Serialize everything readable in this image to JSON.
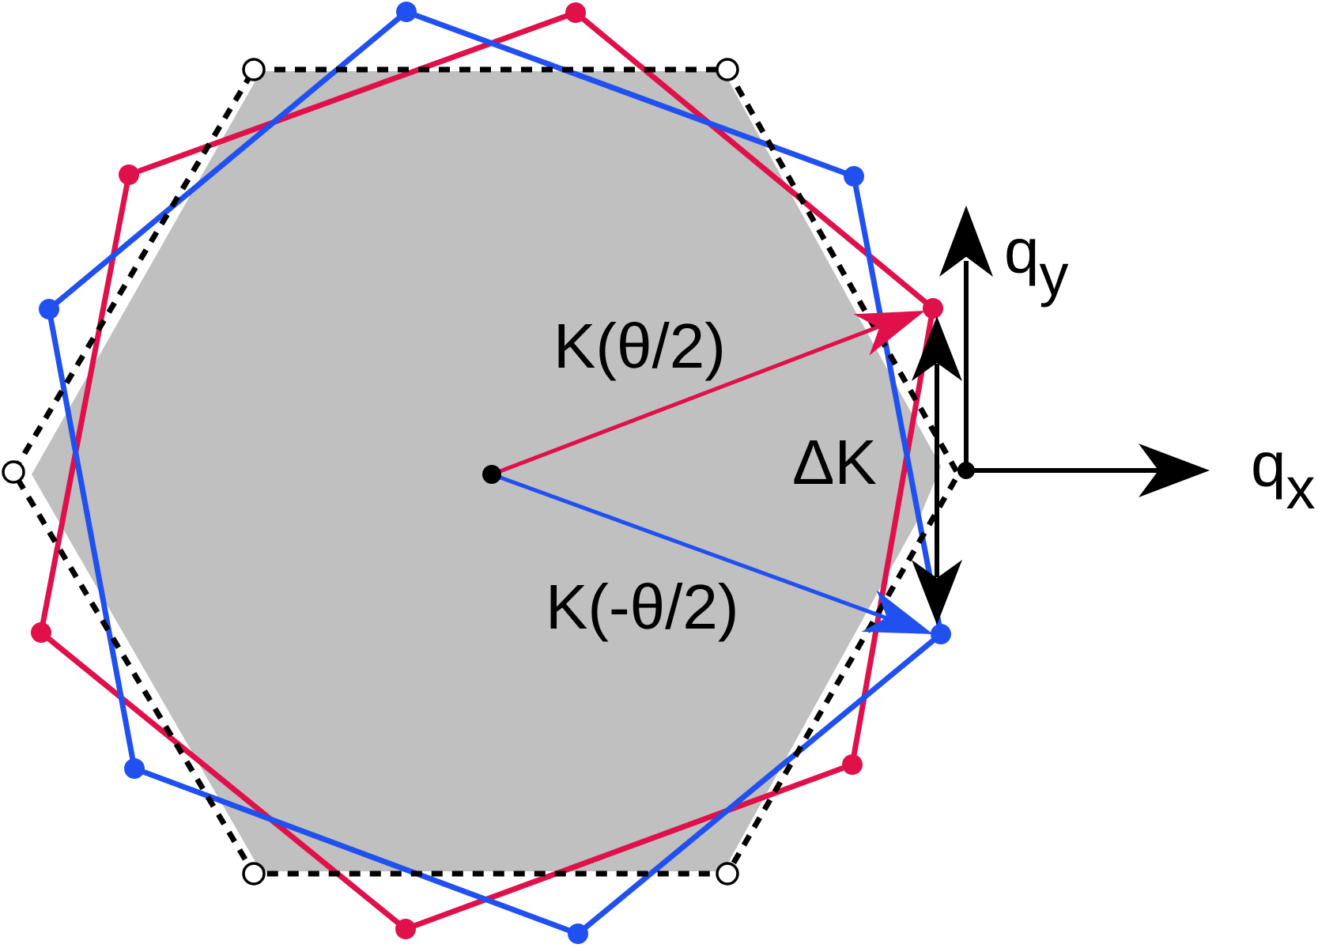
{
  "diagram": {
    "labels": {
      "k_plus": "K(θ/2)",
      "k_minus": "K(-θ/2)",
      "delta_k": "ΔK",
      "qx_base": "q",
      "qx_sub": "x",
      "qy_base": "q",
      "qy_sub": "y"
    },
    "colors": {
      "background": "#ffffff",
      "region_fill": "#c0c0c0",
      "hexagon_dash": "#000000",
      "red": "#e0104a",
      "blue": "#2050f0",
      "axis": "#000000"
    }
  }
}
